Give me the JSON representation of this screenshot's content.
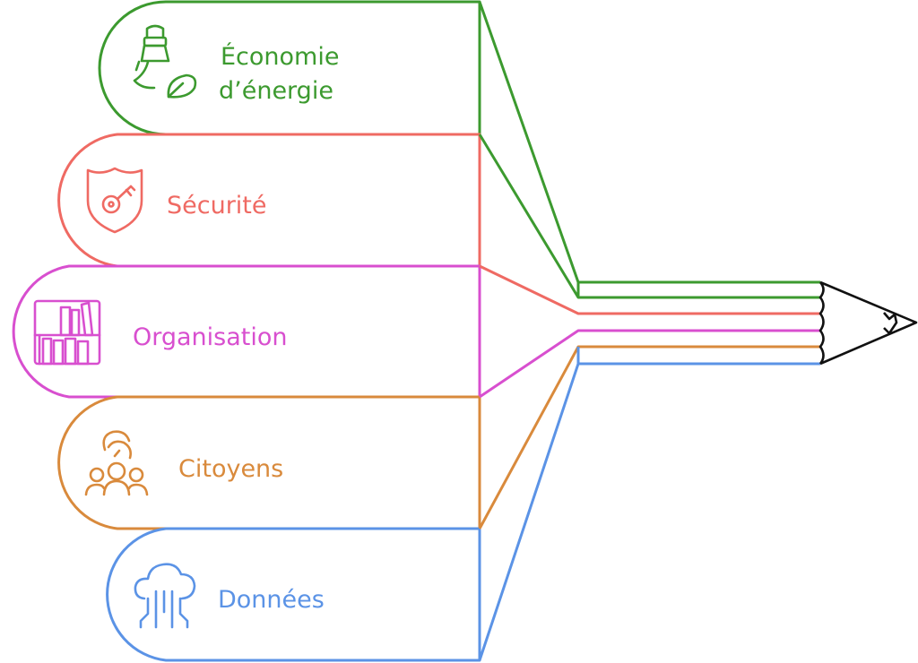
{
  "colors": {
    "energy": "#3c9a2f",
    "security": "#ef6a63",
    "organisation": "#d84fcf",
    "citizens": "#d98a3c",
    "data": "#5b93e6",
    "pencil": "#111111"
  },
  "items": [
    {
      "label_line1": "Économie",
      "label_line2": "d’énergie",
      "icon": "lightbulb-leaf-icon",
      "color_key": "energy"
    },
    {
      "label": "Sécurité",
      "icon": "shield-key-icon",
      "color_key": "security"
    },
    {
      "label": "Organisation",
      "icon": "bookshelf-icon",
      "color_key": "organisation"
    },
    {
      "label": "Citoyens",
      "icon": "people-hand-icon",
      "color_key": "citizens"
    },
    {
      "label": "Données",
      "icon": "cloud-circuit-icon",
      "color_key": "data"
    }
  ]
}
